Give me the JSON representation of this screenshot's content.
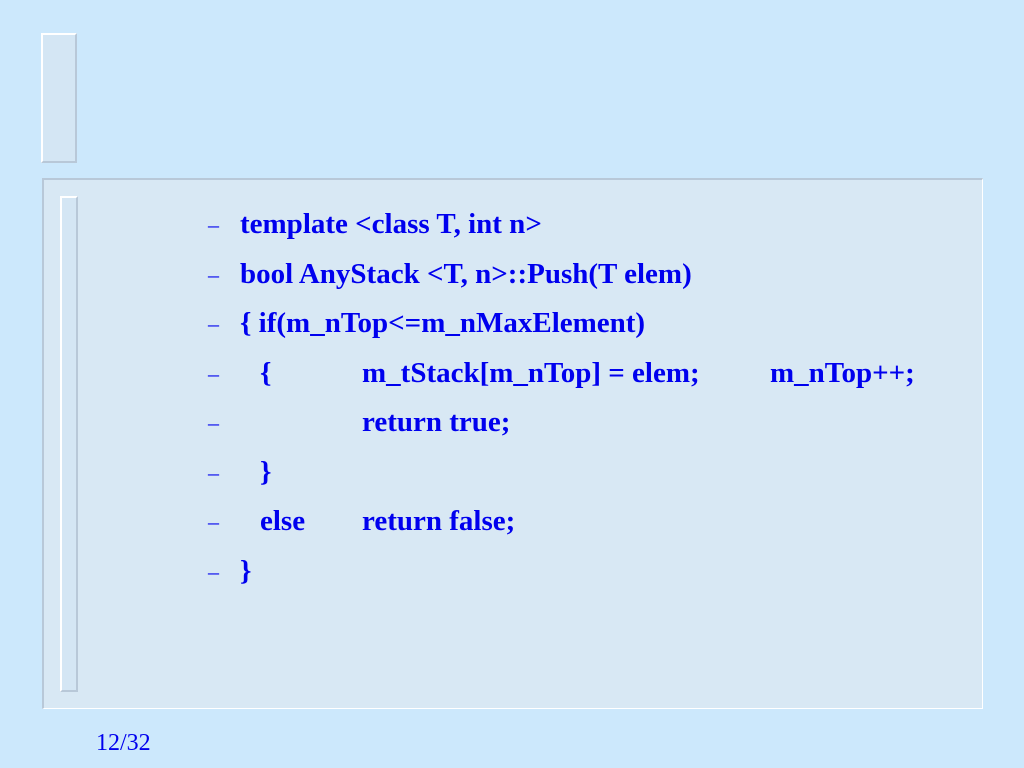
{
  "slide": {
    "code_lines": [
      {
        "segments": [
          "template <class T, int n>"
        ]
      },
      {
        "segments": [
          "bool AnyStack <T, n>::Push(T elem)"
        ]
      },
      {
        "segments": [
          "{ if(m_nTop<=m_nMaxElement)"
        ]
      },
      {
        "segments": [
          "{",
          "m_tStack[m_nTop] = elem;",
          "m_nTop++;"
        ]
      },
      {
        "segments": [
          "return true;"
        ]
      },
      {
        "segments": [
          "}"
        ]
      },
      {
        "segments": [
          "else",
          "return false;"
        ]
      },
      {
        "segments": [
          "}"
        ]
      }
    ],
    "bullet": "–",
    "page_number": "12/32"
  }
}
